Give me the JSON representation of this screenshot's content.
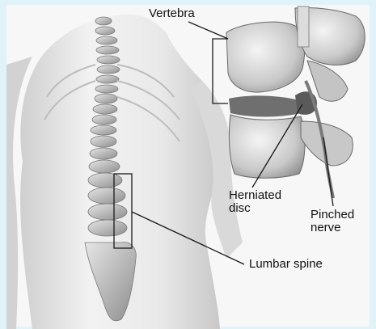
{
  "labels": {
    "vertebra": "Vertebra",
    "herniated_line1": "Herniated",
    "herniated_line2": "disc",
    "pinched_line1": "Pinched",
    "pinched_line2": "nerve",
    "lumbar_spine": "Lumbar spine"
  },
  "colors": {
    "background": "#dff3f8",
    "body": "#e2e2e2",
    "bone": "#9a9a9a",
    "disc": "#6f6f6f",
    "line": "#1a1a1a"
  }
}
